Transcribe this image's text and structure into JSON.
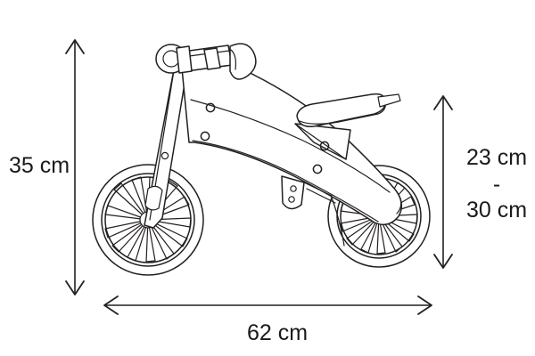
{
  "figure": {
    "kind": "technical-dimension-drawing",
    "subject": "balance-bike-side-view",
    "background_color": "#ffffff",
    "line_color": "#231f20",
    "text_color": "#1a1a1a"
  },
  "dimensions": {
    "height": {
      "name": "overall-height",
      "value": "35 cm",
      "orientation": "vertical",
      "position": "left"
    },
    "width": {
      "name": "overall-length",
      "value": "62 cm",
      "orientation": "horizontal",
      "position": "bottom"
    },
    "seat_height": {
      "name": "seat-height-range",
      "min": "23 cm",
      "separator": "-",
      "max": "30 cm",
      "orientation": "vertical",
      "position": "right"
    }
  },
  "parts": {
    "front_wheel": "front-wheel",
    "rear_wheel": "rear-wheel",
    "handlebar": "handlebar",
    "left_grip": "left-handlebar-grip",
    "right_grip": "right-handlebar-grip",
    "fork": "front-fork",
    "frame": "wooden-frame",
    "seat": "saddle",
    "seat_post_plate": "seat-support-plate",
    "bolts": "frame-bolts",
    "footrest_bracket": "footrest-bracket"
  }
}
